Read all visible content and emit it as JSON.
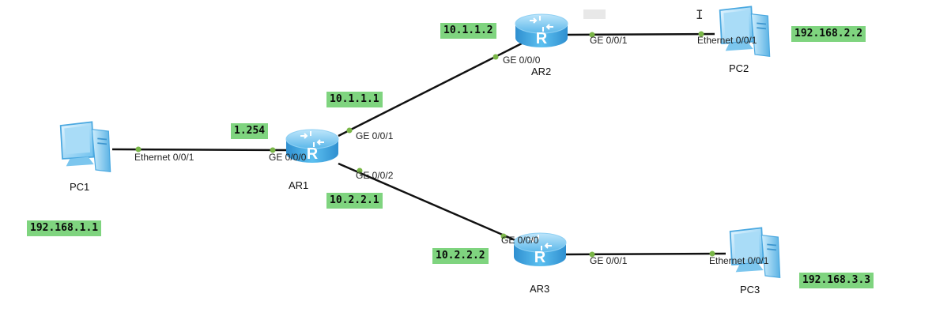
{
  "devices": {
    "pc1": {
      "label": "PC1"
    },
    "pc2": {
      "label": "PC2"
    },
    "pc3": {
      "label": "PC3"
    },
    "ar1": {
      "label": "AR1"
    },
    "ar2": {
      "label": "AR2"
    },
    "ar3": {
      "label": "AR3"
    }
  },
  "ports": {
    "pc1_eth": "Ethernet 0/0/1",
    "ar1_g000": "GE 0/0/0",
    "ar1_g001": "GE 0/0/1",
    "ar1_g002": "GE 0/0/2",
    "ar2_g000": "GE 0/0/0",
    "ar2_g001": "GE 0/0/1",
    "pc2_eth": "Ethernet 0/0/1",
    "ar3_g000": "GE 0/0/0",
    "ar3_g001": "GE 0/0/1",
    "pc3_eth": "Ethernet 0/0/1"
  },
  "ip_labels": {
    "pc1": "192.168.1.1",
    "ar1_g000": "1.254",
    "ar1_g001": "10.1.1.1",
    "ar1_g002": "10.2.2.1",
    "ar2_g000": "10.1.1.2",
    "pc2": "192.168.2.2",
    "ar3_g000": "10.2.2.2",
    "pc3": "192.168.3.3"
  },
  "colors": {
    "ip_tag_bg": "#7fd47f",
    "link": "#111111",
    "port_dot": "#7ab648",
    "router_body": "#4aa8e0"
  },
  "icons": {
    "router": "router-icon",
    "pc": "pc-icon",
    "cursor": "text-cursor-icon"
  }
}
